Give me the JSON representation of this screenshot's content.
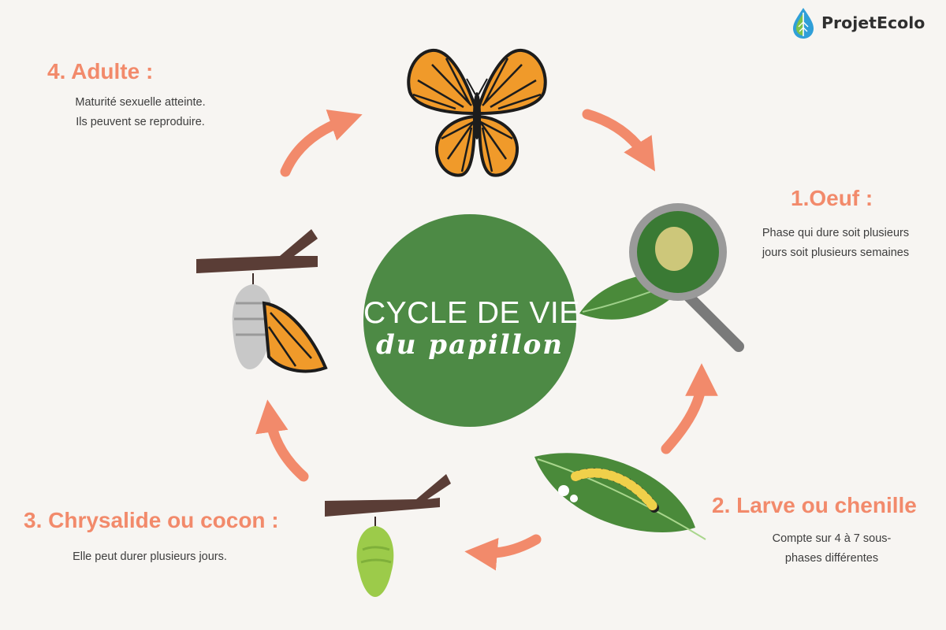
{
  "logo": {
    "brand": "ProjetEcolo",
    "icon": "water-drop-leaf-icon"
  },
  "center": {
    "title": "CYCLE DE VIE",
    "subtitle": "du papillon"
  },
  "stages": [
    {
      "title": "1.Oeuf :",
      "description_lines": [
        "Phase qui dure soit plusieurs",
        "jours soit plusieurs semaines"
      ],
      "icon": "magnifier-egg-leaf-icon"
    },
    {
      "title": "2. Larve ou chenille",
      "description_lines": [
        "Compte sur 4 à 7 sous-",
        "phases différentes"
      ],
      "icon": "caterpillar-leaf-icon"
    },
    {
      "title": "3. Chrysalide ou cocon :",
      "description_lines": [
        "Elle peut durer plusieurs jours."
      ],
      "icon": "chrysalis-icon"
    },
    {
      "title": "4. Adulte :",
      "description_lines": [
        "Maturité sexuelle atteinte.",
        "Ils peuvent se reproduire."
      ],
      "icon": "butterfly-icon"
    }
  ],
  "colors": {
    "background": "#f7f5f2",
    "accent": "#f28a6b",
    "center_circle": "#4d8a45",
    "leaf": "#4a8a3a",
    "branch": "#5a3d36",
    "butterfly_orange": "#f09a2a",
    "chrysalis_green": "#9ccb4a"
  }
}
